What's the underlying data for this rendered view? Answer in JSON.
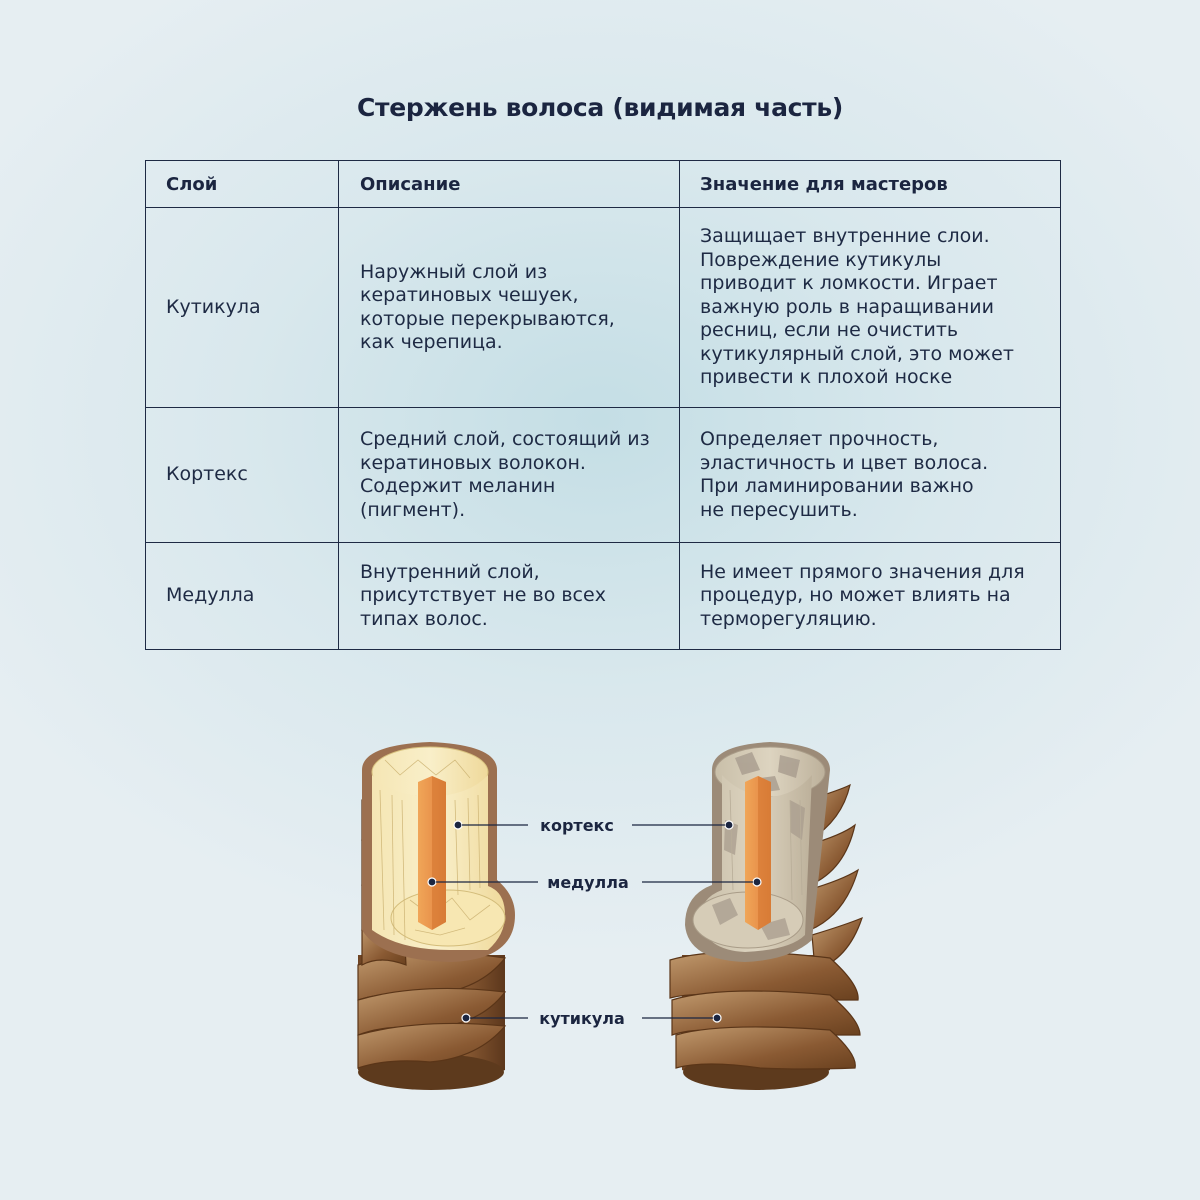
{
  "title": "Стержень волоса (видимая часть)",
  "table": {
    "headers": [
      "Слой",
      "Описание",
      "Значение для мастеров"
    ],
    "rows": [
      {
        "layer": "Кутикула",
        "description": "Наружный слой из кератиновых чешуек, которые перекрываются, как черепица.",
        "importance": "Защищает внутренние слои. Повреждение кутикулы приводит к ломкости. Играет важную роль в наращивании ресниц, если не очистить кутикулярный слой, это может привести к плохой носке"
      },
      {
        "layer": "Кортекс",
        "description": "Средний слой, состоящий из кератиновых волокон. Содержит меланин (пигмент).",
        "importance": "Определяет прочность, эластичность и цвет волоса. При ламинировании важно не пересушить."
      },
      {
        "layer": "Медулла",
        "description": "Внутренний слой, присутствует не во всех типах волос.",
        "importance": "Не имеет прямого значения для процедур, но может влиять на терморегуляцию."
      }
    ]
  },
  "diagram": {
    "labels": {
      "cortex": "кортекс",
      "medulla": "медулла",
      "cuticle": "кутикула"
    }
  },
  "colors": {
    "text": "#1b2540",
    "cuticle_brown": "#8a5a35",
    "cortex_cream": "#f3e2ab",
    "medulla_orange": "#e8954a",
    "damaged_gray": "#a89c8e"
  }
}
